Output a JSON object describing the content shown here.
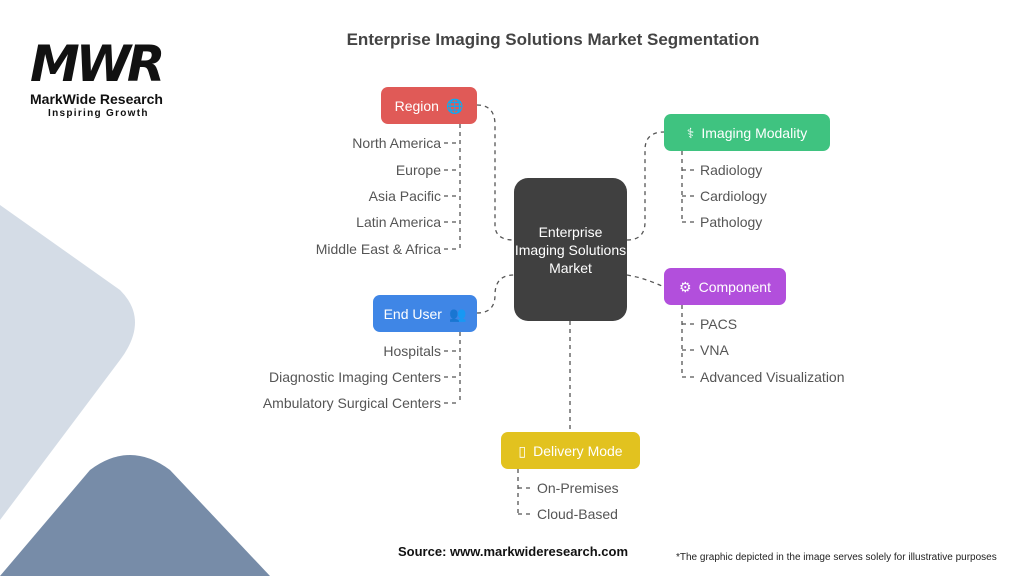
{
  "logo": {
    "mark": "MWR",
    "name": "MarkWide Research",
    "tagline": "Inspiring Growth"
  },
  "title": "Enterprise Imaging Solutions Market Segmentation",
  "center": "Enterprise Imaging Solutions Market",
  "segments": {
    "region": {
      "label": "Region",
      "icon": "globe-icon",
      "color": "#e05a57",
      "items": [
        "North America",
        "Europe",
        "Asia Pacific",
        "Latin America",
        "Middle East & Africa"
      ]
    },
    "imaging_modality": {
      "label": "Imaging Modality",
      "icon": "medical-imaging-icon",
      "color": "#3fc380",
      "items": [
        "Radiology",
        "Cardiology",
        "Pathology"
      ]
    },
    "component": {
      "label": "Component",
      "icon": "user-gear-icon",
      "color": "#b24fdc",
      "items": [
        "PACS",
        "VNA",
        "Advanced Visualization"
      ]
    },
    "end_user": {
      "label": "End User",
      "icon": "users-cart-icon",
      "color": "#3f86e6",
      "items": [
        "Hospitals",
        "Diagnostic Imaging Centers",
        "Ambulatory Surgical Centers"
      ]
    },
    "delivery_mode": {
      "label": "Delivery Mode",
      "icon": "device-server-icon",
      "color": "#e2c21f",
      "items": [
        "On-Premises",
        "Cloud-Based"
      ]
    }
  },
  "source": "Source: www.markwideresearch.com",
  "note": "*The graphic depicted in the image serves solely for illustrative purposes"
}
